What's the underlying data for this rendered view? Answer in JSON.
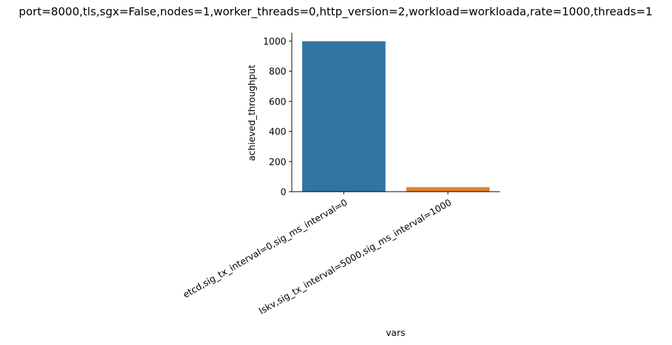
{
  "chart_data": {
    "type": "bar",
    "title": "port=8000,tls,sgx=False,nodes=1,worker_threads=0,http_version=2,workload=workloada,rate=1000,threads=1",
    "xlabel": "vars",
    "ylabel": "achieved_throughput",
    "categories": [
      "etcd,sig_tx_interval=0,sig_ms_interval=0",
      "lskv,sig_tx_interval=5000,sig_ms_interval=1000"
    ],
    "values": [
      999,
      30
    ],
    "colors": [
      "#3274a1",
      "#e1812c"
    ],
    "ylim": [
      0,
      1050
    ],
    "yticks": [
      0,
      200,
      400,
      600,
      800,
      1000
    ],
    "grid": false,
    "legend": "none"
  }
}
